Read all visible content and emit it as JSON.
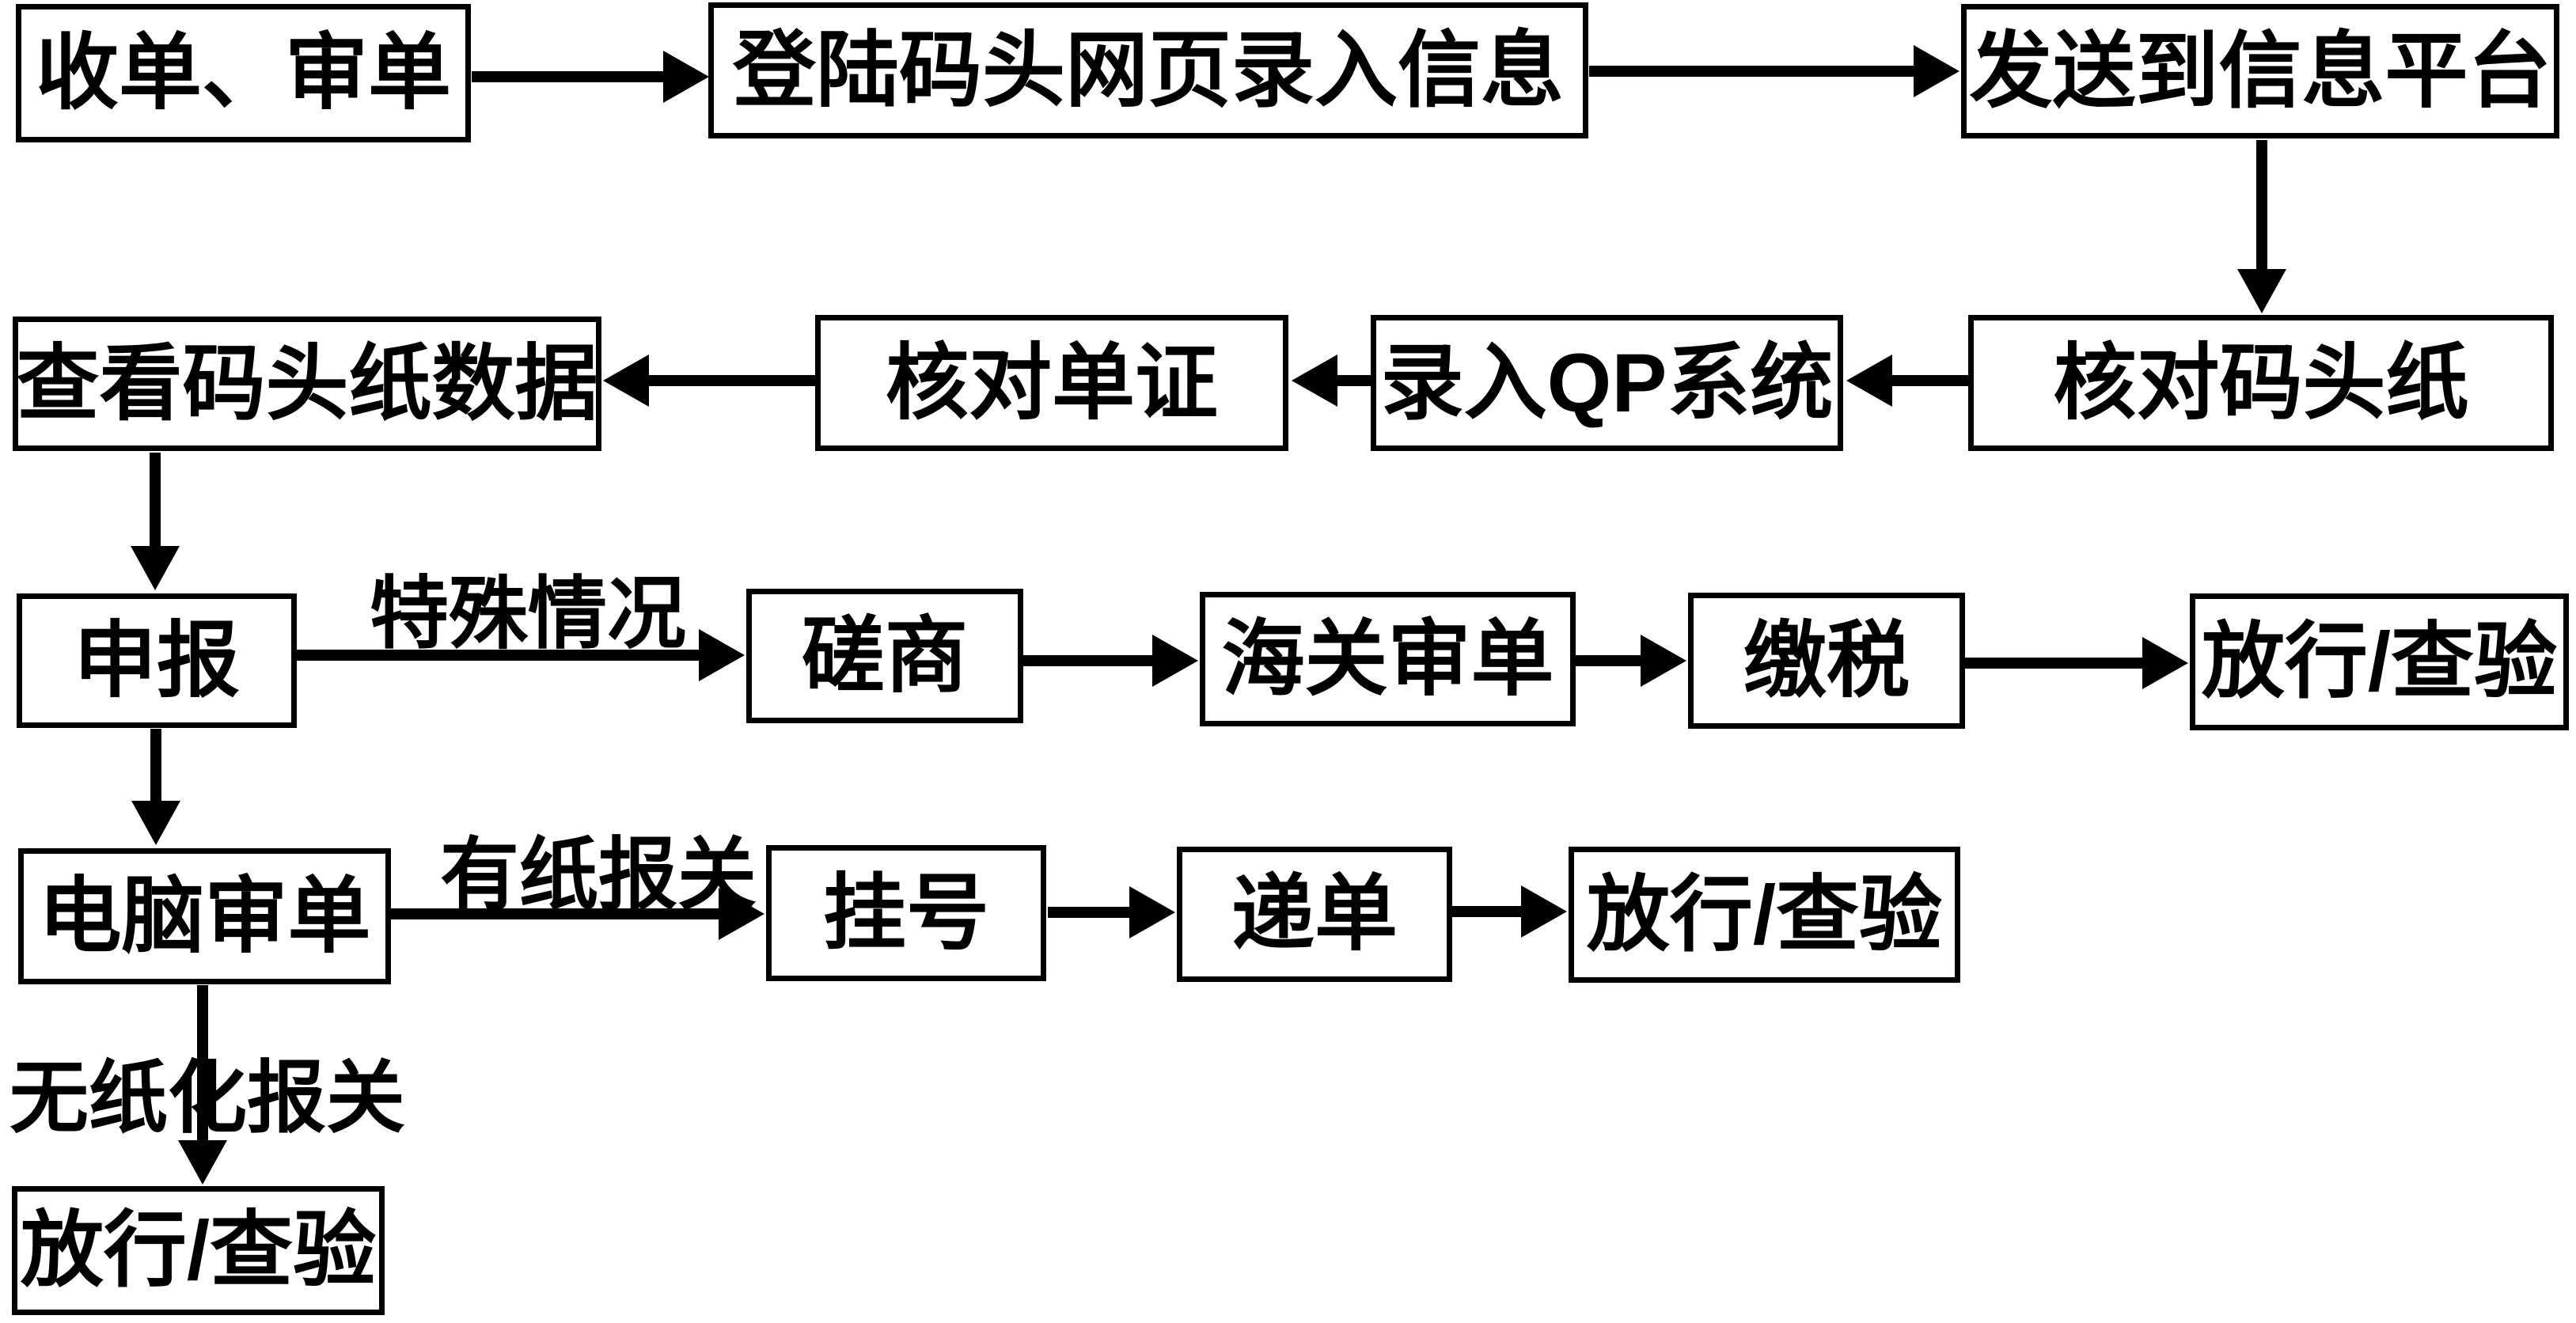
{
  "colors": {
    "background": "#ffffff",
    "line": "#000000",
    "box_fill": "#ffffff",
    "text": "#000000"
  },
  "nodes": {
    "receive_review": {
      "label": "收单、审单"
    },
    "login_dock_web": {
      "label": "登陆码头网页录入信息"
    },
    "send_platform": {
      "label": "发送到信息平台"
    },
    "view_dock_data": {
      "label": "查看码头纸数据"
    },
    "verify_docs": {
      "label": "核对单证"
    },
    "enter_qp": {
      "label": "录入QP系统"
    },
    "check_dock_paper": {
      "label": "核对码头纸"
    },
    "declare": {
      "label": "申报"
    },
    "negotiate": {
      "label": "磋商"
    },
    "customs_review": {
      "label": "海关审单"
    },
    "pay_tax": {
      "label": "缴税"
    },
    "release_inspect_1": {
      "label": "放行/查验"
    },
    "computer_review": {
      "label": "电脑审单"
    },
    "register": {
      "label": "挂号"
    },
    "submit_docs": {
      "label": "递单"
    },
    "release_inspect_2": {
      "label": "放行/查验"
    },
    "release_inspect_3": {
      "label": "放行/查验"
    }
  },
  "edge_labels": {
    "special_case": "特殊情况",
    "paper_declare": "有纸报关",
    "paperless_declare": "无纸化报关"
  },
  "edges": [
    {
      "from": "receive_review",
      "to": "login_dock_web",
      "label": ""
    },
    {
      "from": "login_dock_web",
      "to": "send_platform",
      "label": ""
    },
    {
      "from": "send_platform",
      "to": "check_dock_paper",
      "label": ""
    },
    {
      "from": "check_dock_paper",
      "to": "enter_qp",
      "label": ""
    },
    {
      "from": "enter_qp",
      "to": "verify_docs",
      "label": ""
    },
    {
      "from": "verify_docs",
      "to": "view_dock_data",
      "label": ""
    },
    {
      "from": "view_dock_data",
      "to": "declare",
      "label": ""
    },
    {
      "from": "declare",
      "to": "negotiate",
      "label": "特殊情况"
    },
    {
      "from": "negotiate",
      "to": "customs_review",
      "label": ""
    },
    {
      "from": "customs_review",
      "to": "pay_tax",
      "label": ""
    },
    {
      "from": "pay_tax",
      "to": "release_inspect_1",
      "label": ""
    },
    {
      "from": "declare",
      "to": "computer_review",
      "label": ""
    },
    {
      "from": "computer_review",
      "to": "register",
      "label": "有纸报关"
    },
    {
      "from": "register",
      "to": "submit_docs",
      "label": ""
    },
    {
      "from": "submit_docs",
      "to": "release_inspect_2",
      "label": ""
    },
    {
      "from": "computer_review",
      "to": "release_inspect_3",
      "label": "无纸化报关"
    }
  ]
}
